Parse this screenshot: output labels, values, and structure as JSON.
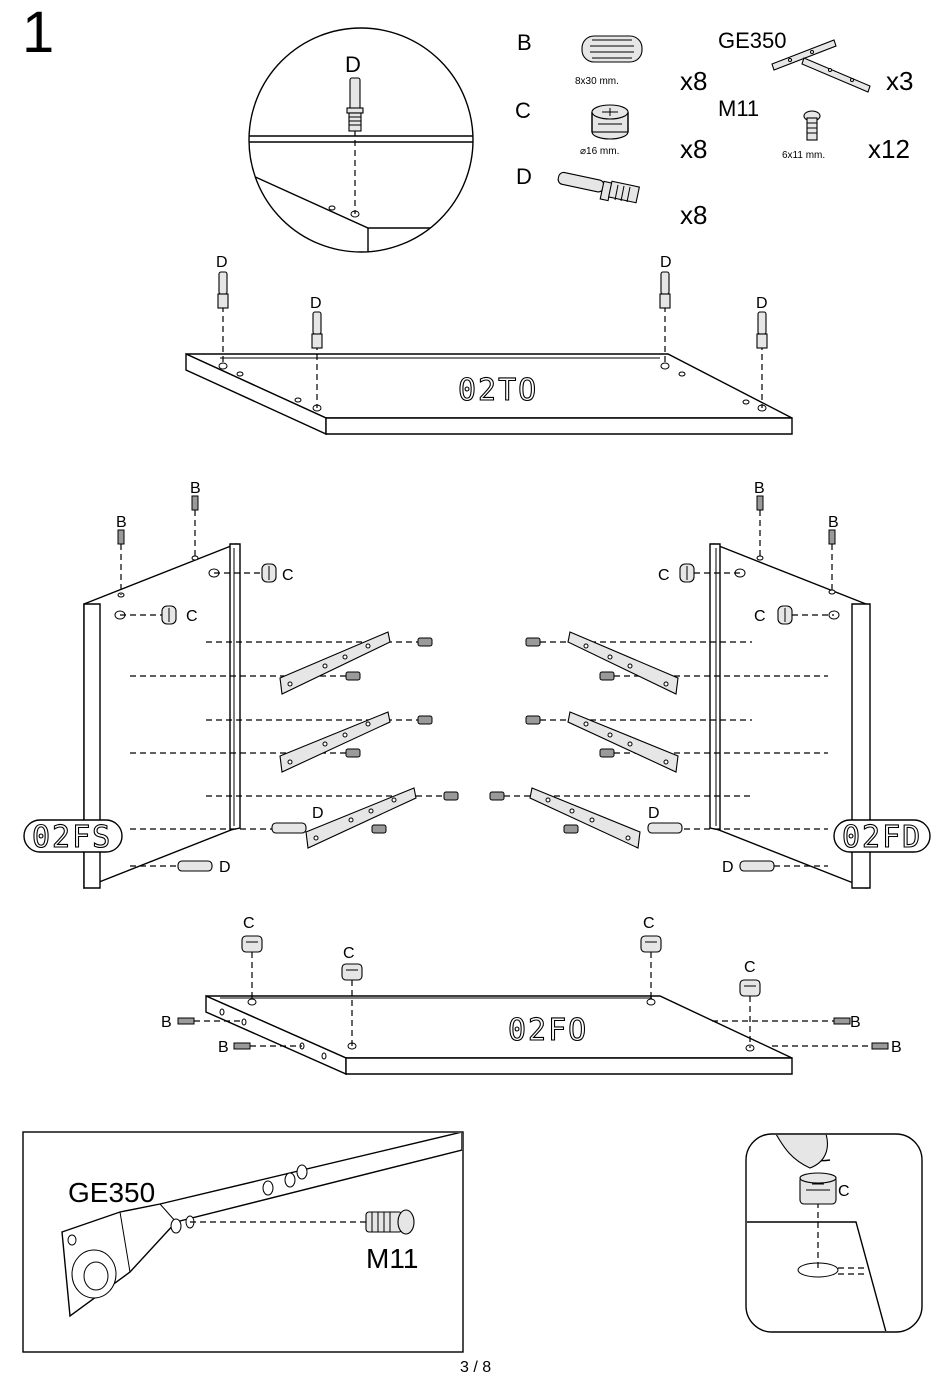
{
  "step": {
    "number": "1"
  },
  "parts": {
    "B": {
      "letter": "B",
      "spec": "8x30 mm.",
      "qty": "x8",
      "icon": "wooden-dowel-icon"
    },
    "C": {
      "letter": "C",
      "spec": "⌀16 mm.",
      "qty": "x8",
      "icon": "cam-lock-icon"
    },
    "D": {
      "letter": "D",
      "qty": "x8",
      "icon": "cam-bolt-icon"
    },
    "GE350": {
      "code": "GE350",
      "qty": "x3",
      "icon": "drawer-runner-icon"
    },
    "M11": {
      "code": "M11",
      "spec": "6x11 mm.",
      "qty": "x12",
      "icon": "screw-icon"
    }
  },
  "labels": {
    "B": "B",
    "C": "C",
    "D": "D"
  },
  "panels": {
    "top": "02TO",
    "left_side": "02FS",
    "right_side": "02FD",
    "bottom": "02FO"
  },
  "details": {
    "runner": "GE350",
    "screw": "M11",
    "cam": "C"
  },
  "page": {
    "number": "3 / 8"
  },
  "colors": {
    "line": "#000000",
    "background": "#ffffff",
    "hardware_fill": "#e6e6e6"
  }
}
